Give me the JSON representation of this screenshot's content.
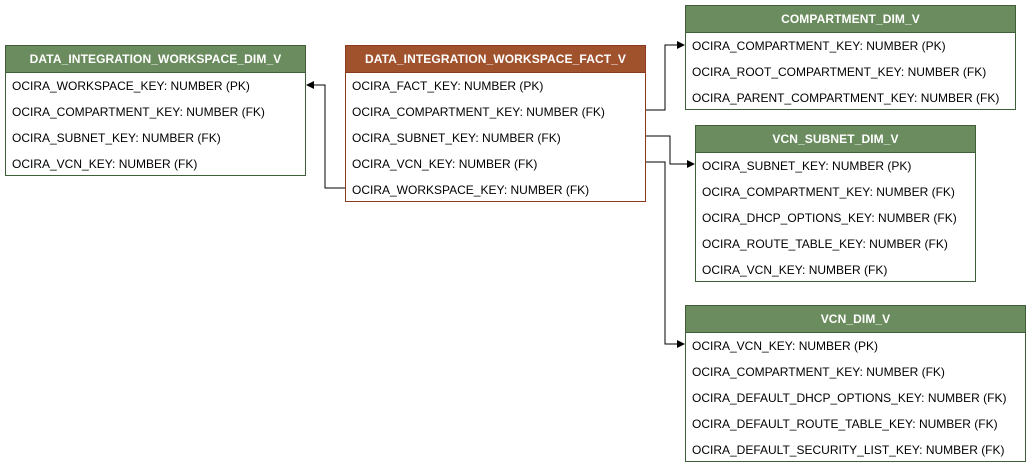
{
  "colors": {
    "dim_header": "#6b8c5e",
    "fact_header": "#a0522d",
    "connector": "#000000"
  },
  "entities": {
    "workspace_dim": {
      "name": "DATA_INTEGRATION_WORKSPACE_DIM_V",
      "fields": [
        "OCIRA_WORKSPACE_KEY: NUMBER (PK)",
        "OCIRA_COMPARTMENT_KEY: NUMBER (FK)",
        "OCIRA_SUBNET_KEY: NUMBER (FK)",
        "OCIRA_VCN_KEY: NUMBER (FK)"
      ]
    },
    "workspace_fact": {
      "name": "DATA_INTEGRATION_WORKSPACE_FACT_V",
      "fields": [
        "OCIRA_FACT_KEY: NUMBER (PK)",
        "OCIRA_COMPARTMENT_KEY: NUMBER (FK)",
        "OCIRA_SUBNET_KEY: NUMBER (FK)",
        "OCIRA_VCN_KEY: NUMBER (FK)",
        "OCIRA_WORKSPACE_KEY: NUMBER (FK)"
      ]
    },
    "compartment_dim": {
      "name": "COMPARTMENT_DIM_V",
      "fields": [
        "OCIRA_COMPARTMENT_KEY: NUMBER (PK)",
        "OCIRA_ROOT_COMPARTMENT_KEY: NUMBER (FK)",
        "OCIRA_PARENT_COMPARTMENT_KEY: NUMBER (FK)"
      ]
    },
    "vcn_subnet_dim": {
      "name": "VCN_SUBNET_DIM_V",
      "fields": [
        "OCIRA_SUBNET_KEY: NUMBER (PK)",
        "OCIRA_COMPARTMENT_KEY: NUMBER (FK)",
        "OCIRA_DHCP_OPTIONS_KEY: NUMBER (FK)",
        "OCIRA_ROUTE_TABLE_KEY: NUMBER (FK)",
        "OCIRA_VCN_KEY: NUMBER (FK)"
      ]
    },
    "vcn_dim": {
      "name": "VCN_DIM_V",
      "fields": [
        "OCIRA_VCN_KEY: NUMBER (PK)",
        "OCIRA_COMPARTMENT_KEY: NUMBER (FK)",
        "OCIRA_DEFAULT_DHCP_OPTIONS_KEY: NUMBER (FK)",
        "OCIRA_DEFAULT_ROUTE_TABLE_KEY: NUMBER (FK)",
        "OCIRA_DEFAULT_SECURITY_LIST_KEY: NUMBER (FK)"
      ]
    }
  }
}
